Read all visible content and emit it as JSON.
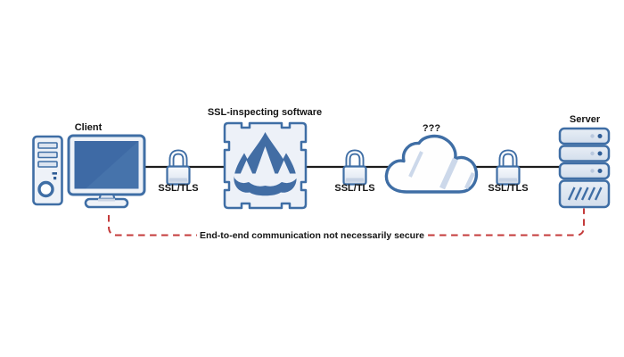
{
  "diagram": {
    "client": {
      "label": "Client"
    },
    "inspector": {
      "label": "SSL-inspecting software"
    },
    "cloud": {
      "label": "???"
    },
    "server": {
      "label": "Server"
    },
    "connections": [
      {
        "label": "SSL/TLS"
      },
      {
        "label": "SSL/TLS"
      },
      {
        "label": "SSL/TLS"
      }
    ],
    "warning": {
      "label": "End-to-end communication not necessarily secure"
    },
    "colors": {
      "outline_blue": "#3f6ea5",
      "fill_light": "#eef2f8",
      "fill_unit": "#dfe7f2",
      "screen_blue": "#3e6aa5",
      "flame_blue": "#426da4",
      "slash_blue": "#ccd8ea",
      "warning_red": "#c43b3b",
      "line_black": "#1c1c1c",
      "text_black": "#141414"
    }
  }
}
